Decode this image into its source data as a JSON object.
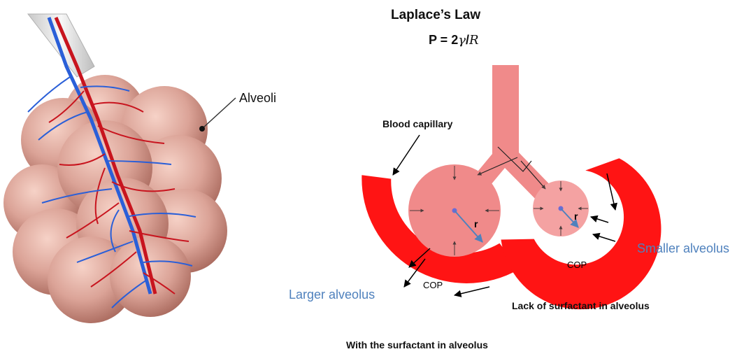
{
  "title": "Laplace’s Law",
  "formula": {
    "prefix": "P = 2",
    "gamma": "γ",
    "slash": "/",
    "radius": "R"
  },
  "labels": {
    "alveoli": "Alveoli",
    "blood_capillary": "Blood capillary",
    "larger_alveolus": "Larger alveolus",
    "smaller_alveolus": "Smaller alveolus",
    "lack_surfactant": "Lack of surfactant in alveolus",
    "with_surfactant": "With the  surfactant in alveolus",
    "cop_left": "COP",
    "cop_right": "COP",
    "r_left": "r",
    "r_right": "r"
  },
  "colors": {
    "capillary_red": "#ff1414",
    "alveolus_pink": "#f08a8a",
    "alveolus_pale": "#f4a2a2",
    "label_blue": "#4f81bd",
    "artery_red": "#c8141e",
    "vein_blue": "#2a5fd8",
    "sphere_shade": "#d59a8c"
  }
}
